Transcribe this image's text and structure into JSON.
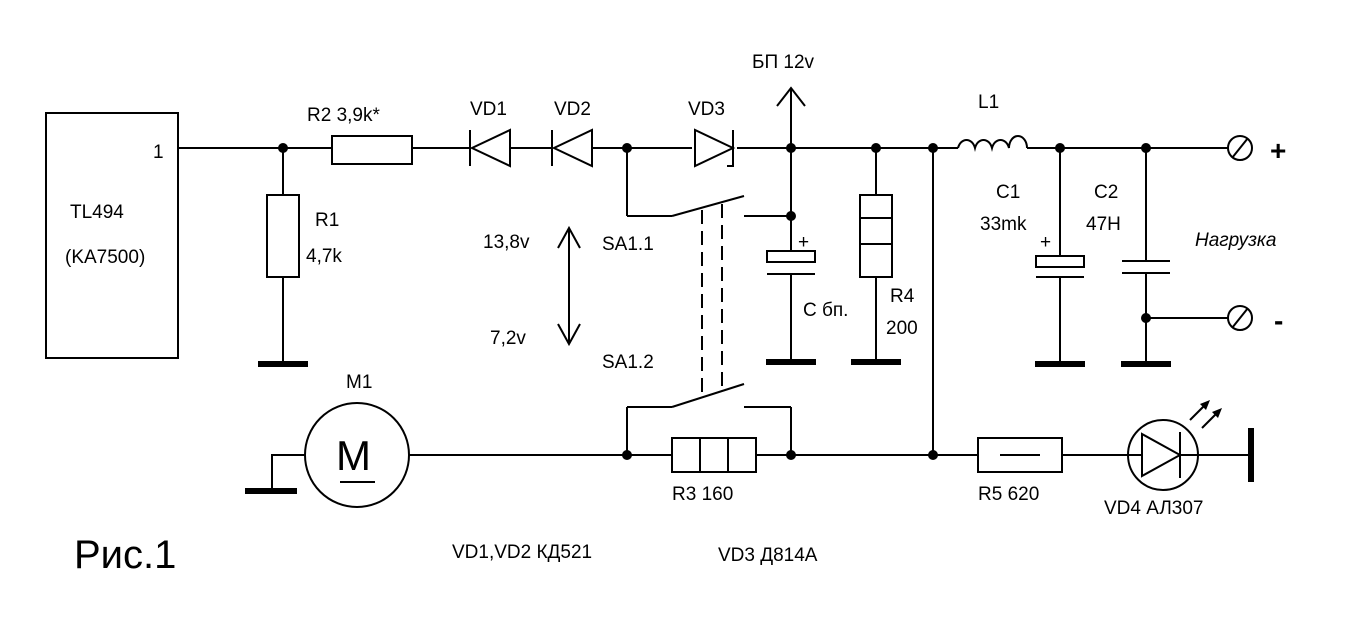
{
  "labels": {
    "ic_name": "TL494",
    "ic_alt": "(KA7500)",
    "ic_pin": "1",
    "r2": "R2  3,9k*",
    "r1_name": "R1",
    "r1_value": "4,7k",
    "vd1": "VD1",
    "vd2": "VD2",
    "vd3": "VD3",
    "psu": "БП 12v",
    "l1": "L1",
    "c1_name": "C1",
    "c1_value": "33mk",
    "c2_name": "C2",
    "c2_value": "47H",
    "load": "Нагрузка",
    "plus": "+",
    "minus": "-",
    "v_high": "13,8v",
    "v_low": "7,2v",
    "sa11": "SA1.1",
    "sa12": "SA1.2",
    "c_psu": "С бп.",
    "r4_name": "R4",
    "r4_value": "200",
    "m1": "M1",
    "motor_symbol": "M",
    "r3": "R3  160",
    "r5": "R5  620",
    "vd4": "VD4  АЛ307",
    "figure": "Рис.1",
    "note_vd12": "VD1,VD2 КД521",
    "note_vd3": "VD3 Д814А",
    "cap_plus_cpsu": "+",
    "cap_plus_c1": "+"
  }
}
